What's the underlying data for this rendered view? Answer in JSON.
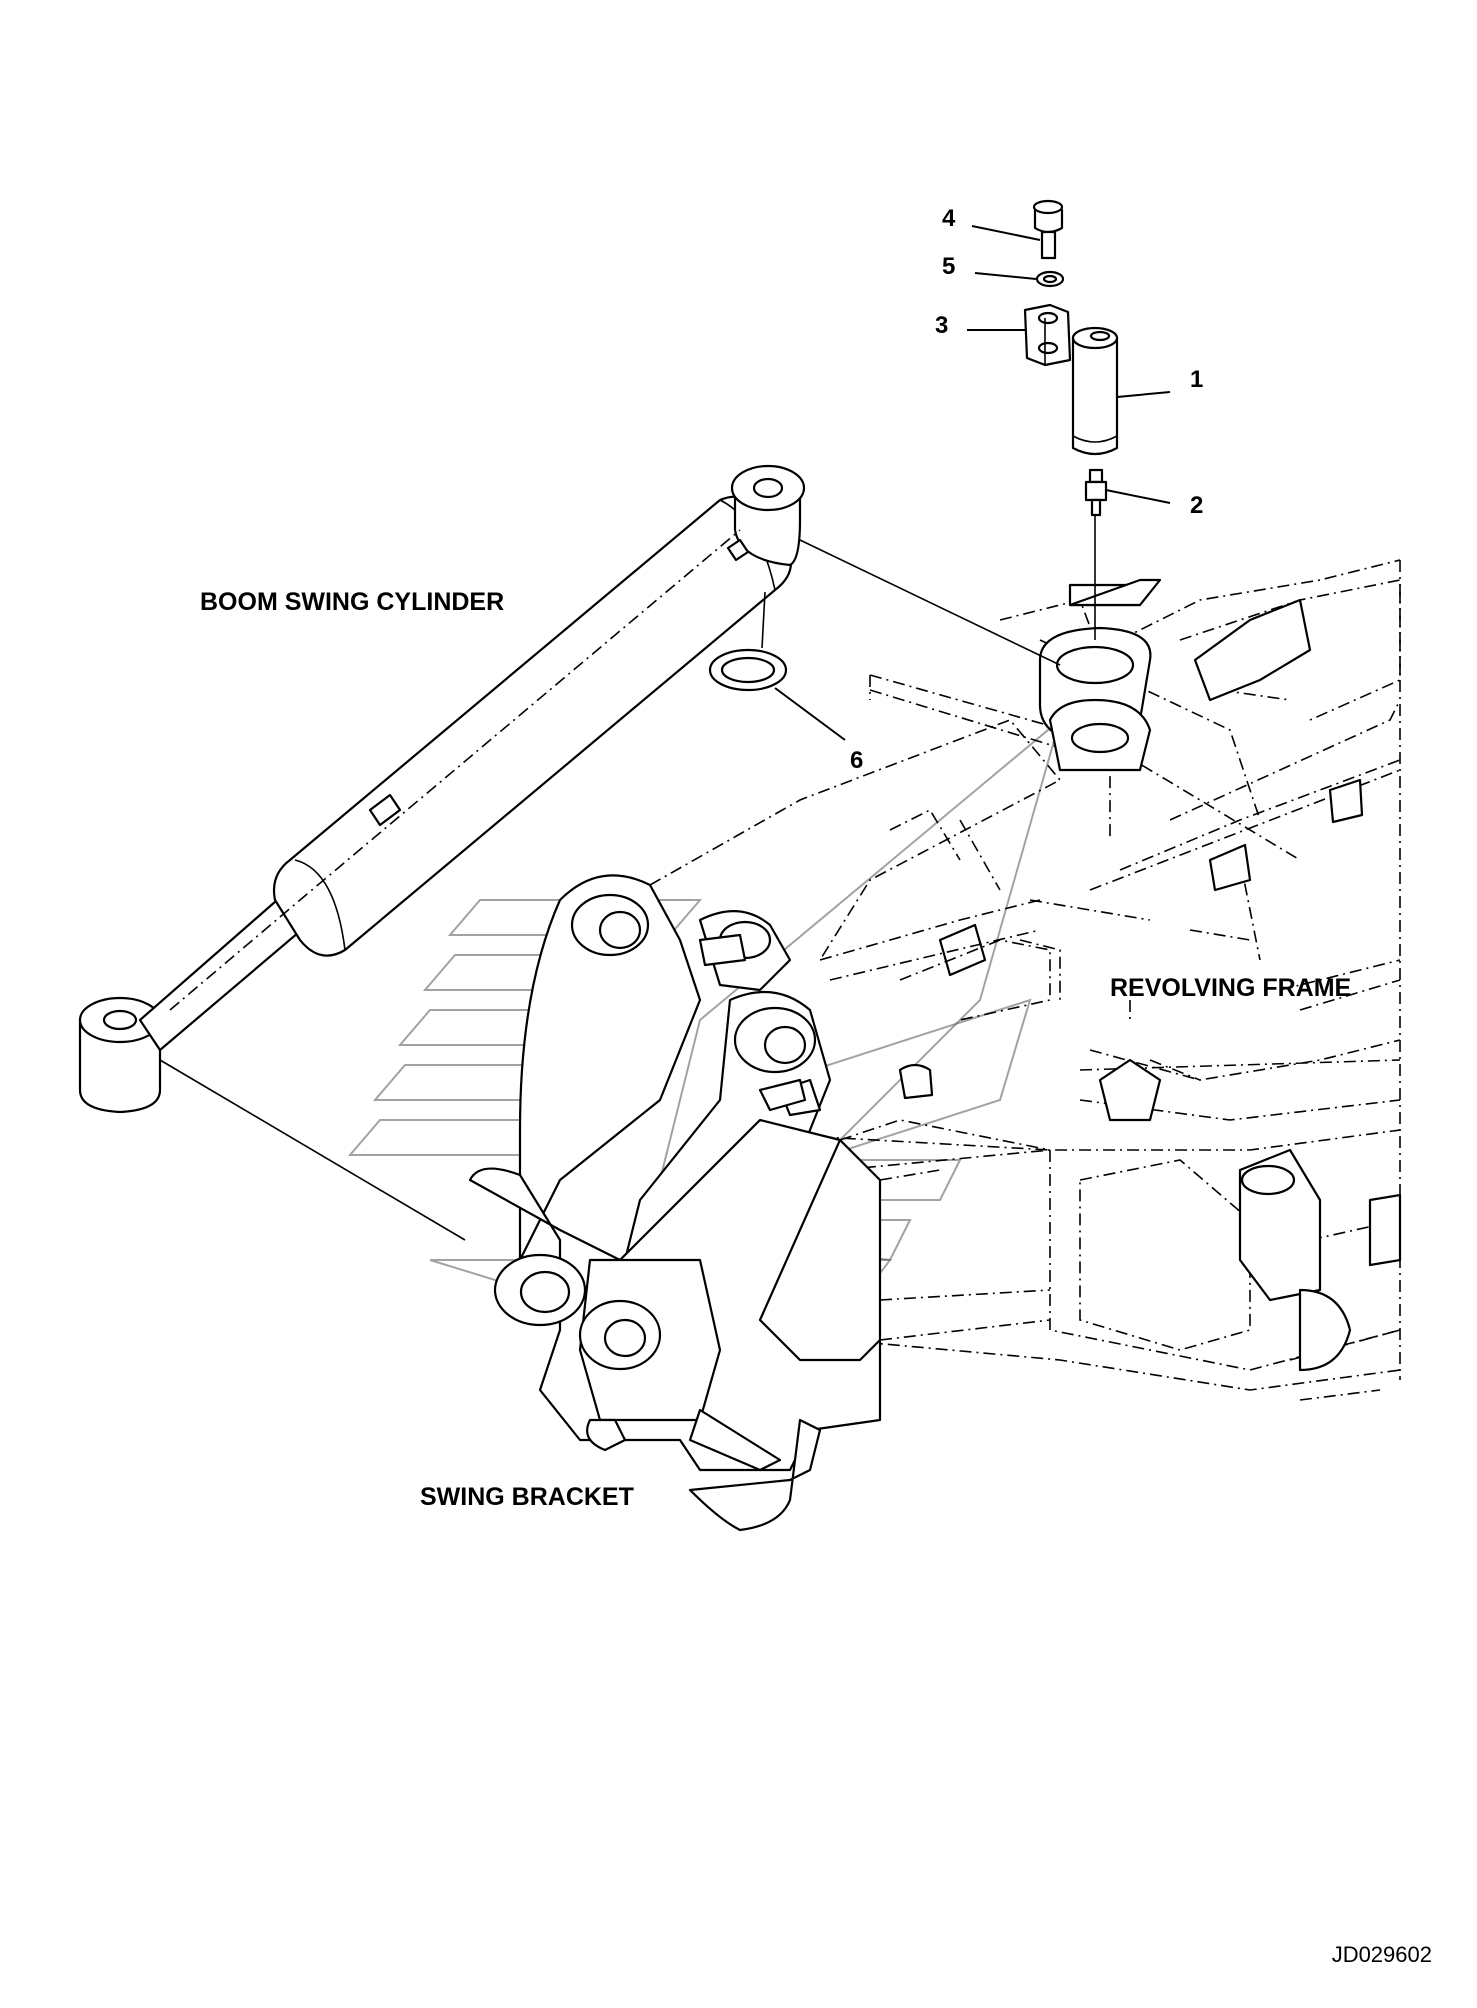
{
  "labels": {
    "boom_swing_cylinder": "BOOM SWING CYLINDER",
    "revolving_frame": "REVOLVING FRAME",
    "swing_bracket": "SWING BRACKET"
  },
  "callouts": {
    "pin": "1",
    "grease_fitting": "2",
    "plate": "3",
    "bolt": "4",
    "washer": "5",
    "shim": "6"
  },
  "drawing_reference": "JD029602"
}
